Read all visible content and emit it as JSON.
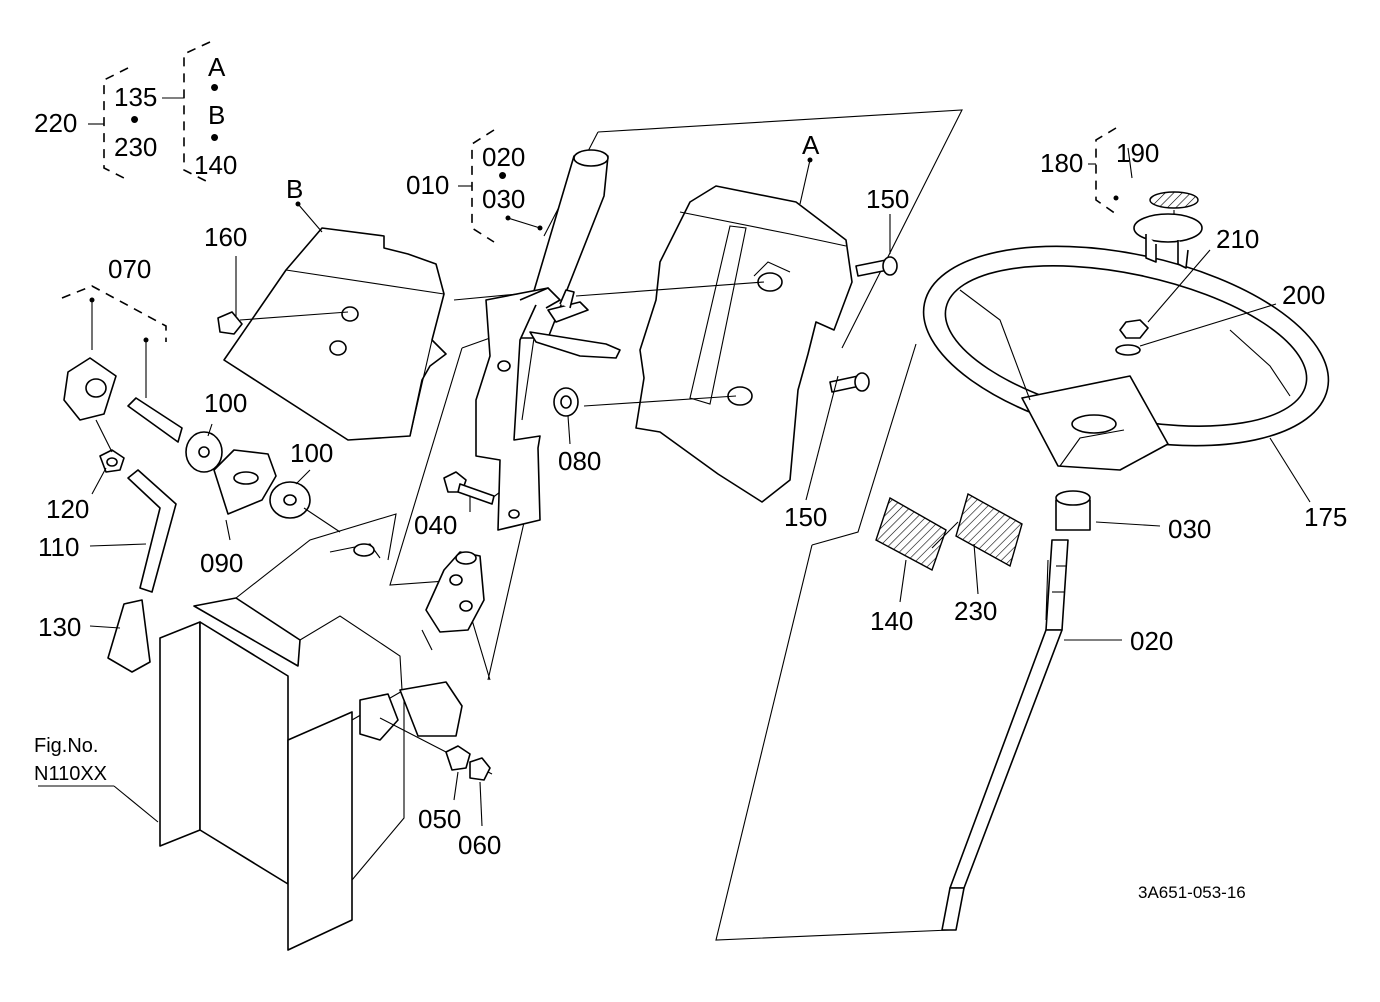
{
  "labels": {
    "l220": "220",
    "l135": "135",
    "l230a": "230",
    "lA1": "A",
    "lB1": "B",
    "l140a": "140",
    "l010": "010",
    "l020a": "020",
    "l030a": "030",
    "lB2": "B",
    "lA2": "A",
    "l160": "160",
    "l150a": "150",
    "l180": "180",
    "l190": "190",
    "l210": "210",
    "l200": "200",
    "l070": "070",
    "l100a": "100",
    "l100b": "100",
    "l120": "120",
    "l110": "110",
    "l090": "090",
    "l130": "130",
    "l080": "080",
    "l040": "040",
    "l150b": "150",
    "l030b": "030",
    "l175": "175",
    "l140b": "140",
    "l230b": "230",
    "l020b": "020",
    "l050": "050",
    "l060": "060"
  },
  "fig_label": "Fig.No.",
  "fig_number": "N110XX",
  "ref_code": "3A651-053-16",
  "separator": "•"
}
